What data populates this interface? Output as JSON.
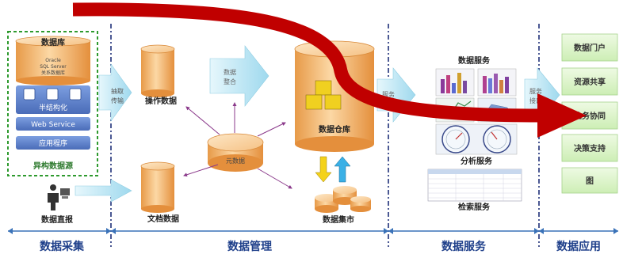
{
  "sections": {
    "collection": "数据采集",
    "management": "数据管理",
    "service": "数据服务",
    "application": "数据应用"
  },
  "sources": {
    "database": {
      "title": "数据库",
      "line1": "Oracle",
      "line2": "SQL Server",
      "line3": "关系数据库"
    },
    "semi_structured": "半结构化",
    "web_service": "Web Service",
    "app_program": "应用程序",
    "heterogeneous": "异构数据源",
    "data_report": "数据直报"
  },
  "arrows": {
    "extract_line1": "抽取",
    "extract_line2": "传输",
    "integrate_line1": "数据",
    "integrate_line2": "整合",
    "service_a": "服务",
    "service_b_line1": "服务",
    "service_b_line2": "接口"
  },
  "management": {
    "operational": "操作数据",
    "document": "文档数据",
    "metadata": "元数据",
    "warehouse": "数据仓库",
    "mart": "数据集市"
  },
  "services": {
    "data_service": "数据服务",
    "analysis_service": "分析服务",
    "search_service": "检索服务"
  },
  "applications": [
    "数据门户",
    "资源共享",
    "业务协同",
    "决策支持",
    "图"
  ],
  "colors": {
    "cylinder": "#f3b46a",
    "arrow_light": "#bde8f4",
    "app_box": "#d8f3c4",
    "blue_box": "#5a7fc8",
    "dashed_line": "#1e2f78",
    "red_arrow": "#c00000",
    "magenta_line": "#8b3a8b"
  }
}
